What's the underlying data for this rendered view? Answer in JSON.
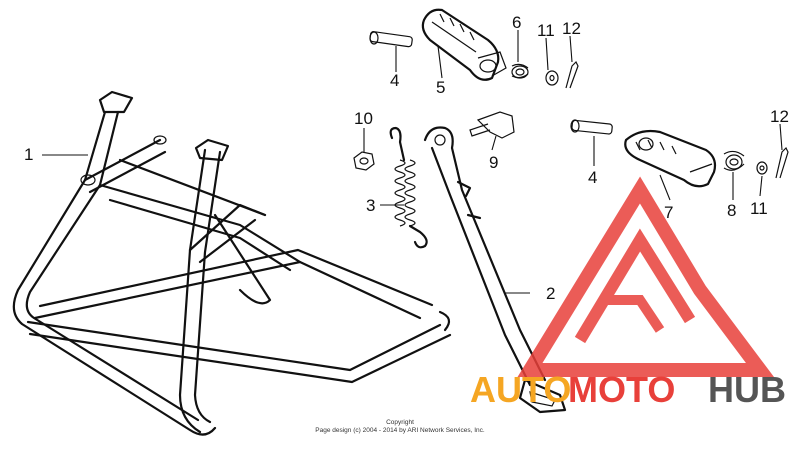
{
  "callouts": {
    "c1": "1",
    "c2": "2",
    "c3": "3",
    "c4a": "4",
    "c4b": "4",
    "c5": "5",
    "c6": "6",
    "c7": "7",
    "c8": "8",
    "c9": "9",
    "c10": "10",
    "c11a": "11",
    "c11b": "11",
    "c12a": "12",
    "c12b": "12"
  },
  "copyright": {
    "line1": "Copyright",
    "line2": "Page design (c) 2004 - 2014 by ARI Network Services, Inc."
  },
  "watermark": {
    "word1": "AUTO",
    "word2": "MOTO",
    "word3": "HUB",
    "color_red": "#e8403a",
    "color_orange": "#f5a623",
    "color_gray": "#555555"
  }
}
